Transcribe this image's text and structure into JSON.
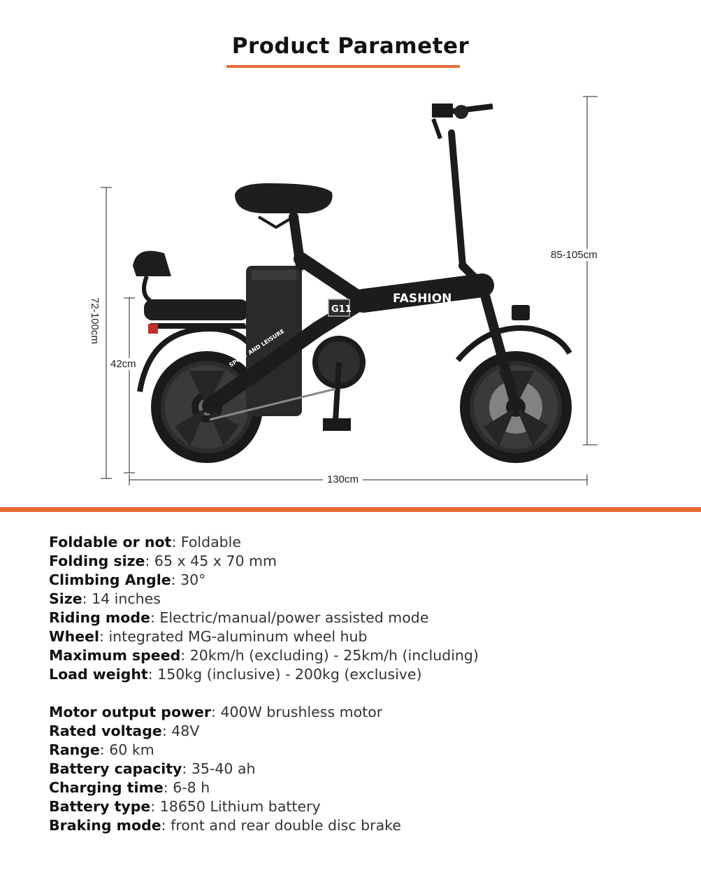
{
  "header": {
    "title": "Product Parameter",
    "accent_color": "#e86a36"
  },
  "diagram": {
    "dimensions": {
      "total_height": "85-105cm",
      "seat_height": "72-100cm",
      "rack_height": "42cm",
      "length": "130cm"
    },
    "branding": {
      "brand": "FASHION",
      "model": "G11",
      "slogan": "SPORT AND LEISURE"
    }
  },
  "specs": {
    "groups": [
      {
        "rows": [
          {
            "key": "Foldable or not",
            "sep": ": ",
            "value": "Foldable"
          },
          {
            "key": "Folding size",
            "sep": ": ",
            "value": "65 x 45 x 70 mm"
          },
          {
            "key": "Climbing Angle",
            "sep": ": ",
            "value": "30°"
          },
          {
            "key": "Size",
            "sep": ": ",
            "value": "14 inches"
          },
          {
            "key": "Riding mode",
            "sep": ": ",
            "value": "Electric/manual/power assisted mode"
          },
          {
            "key": "Wheel",
            "sep": ": ",
            "value": "integrated MG-aluminum wheel hub"
          },
          {
            "key": "Maximum speed",
            "sep": ": ",
            "value": "20km/h (excluding) - 25km/h (including)"
          },
          {
            "key": "Load weight",
            "sep": ": ",
            "value": "150kg (inclusive) - 200kg (exclusive)"
          }
        ]
      },
      {
        "rows": [
          {
            "key": "Motor output power",
            "sep": ": ",
            "value": "400W brushless motor"
          },
          {
            "key": "Rated voltage",
            "sep": ": ",
            "value": "48V"
          },
          {
            "key": "Range",
            "sep": ": ",
            "value": "60 km"
          },
          {
            "key": "Battery capacity",
            "sep": ": ",
            "value": "35-40 ah"
          },
          {
            "key": "Charging time",
            "sep": ": ",
            "value": "6-8 h"
          },
          {
            "key": "Battery type",
            "sep": ": ",
            "value": "18650 Lithium battery"
          },
          {
            "key": "Braking mode",
            "sep": ": ",
            "value": "front and rear double disc brake"
          }
        ]
      }
    ]
  }
}
